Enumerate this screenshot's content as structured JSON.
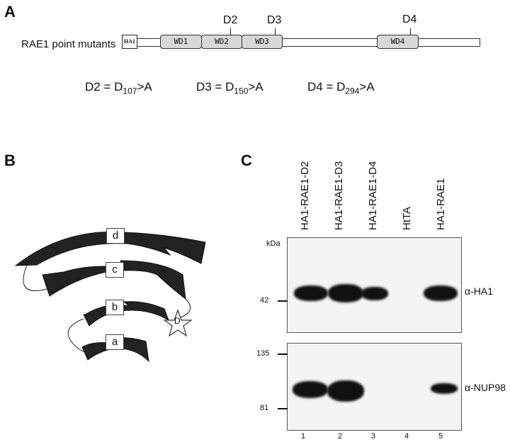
{
  "panelA": {
    "letter": "A",
    "construct_label": "RAE1 point mutants",
    "tag": "HA1",
    "domains": [
      "WD1",
      "WD2",
      "WD3",
      "WD4"
    ],
    "sites": [
      "D2",
      "D3",
      "D4"
    ],
    "definitions": [
      {
        "name": "D2 = D",
        "sub": "107",
        "tail": ">A"
      },
      {
        "name": "D3 = D",
        "sub": "150",
        "tail": ">A"
      },
      {
        "name": "D4 = D",
        "sub": "294",
        "tail": ">A"
      }
    ]
  },
  "panelB": {
    "letter": "B",
    "strands": [
      "d",
      "c",
      "b",
      "a"
    ],
    "star_label": "D"
  },
  "panelC": {
    "letter": "C",
    "lanes": [
      "HA1-RAE1-D2",
      "HA1-RAE1-D3",
      "HA1-RAE1-D4",
      "HtTA",
      "HA1-RAE1"
    ],
    "lane_numbers": [
      "1",
      "2",
      "3",
      "4",
      "5"
    ],
    "kda_label": "kDa",
    "top_blot": {
      "marker": "42",
      "antibody": "α-HA1"
    },
    "bottom_blot": {
      "markers": [
        "135",
        "81"
      ],
      "antibody": "α-NUP98"
    }
  }
}
